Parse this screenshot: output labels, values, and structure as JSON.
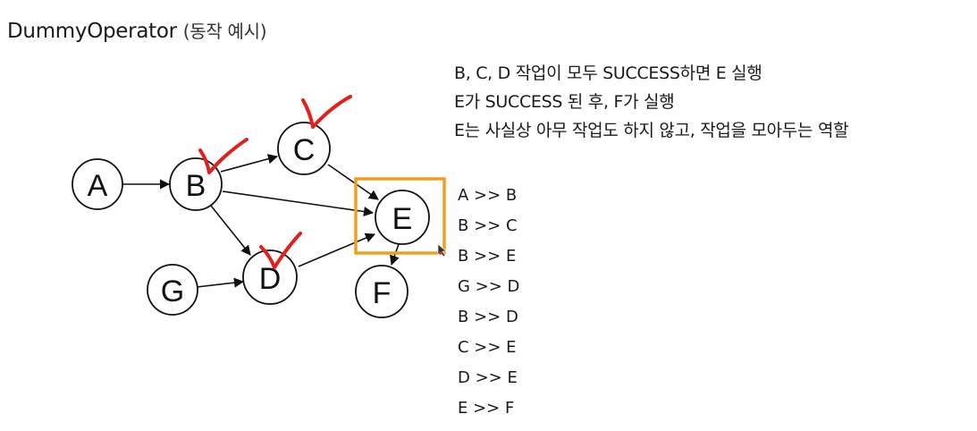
{
  "title": {
    "main": "DummyOperator",
    "sub": "(동작 예시)"
  },
  "notes": [
    "B, C, D 작업이 모두 SUCCESS하면 E 실행",
    "E가 SUCCESS 된 후, F가 실행",
    "E는 사실상 아무 작업도 하지 않고, 작업을 모아두는 역할"
  ],
  "dependencies": [
    "A >> B",
    "B >> C",
    "B >> E",
    "G >> D",
    "B >> D",
    "C >> E",
    "D >> E",
    "E >> F"
  ],
  "graph": {
    "nodes": [
      "A",
      "B",
      "C",
      "D",
      "E",
      "F",
      "G"
    ],
    "edges": [
      [
        "A",
        "B"
      ],
      [
        "B",
        "C"
      ],
      [
        "B",
        "E"
      ],
      [
        "G",
        "D"
      ],
      [
        "B",
        "D"
      ],
      [
        "C",
        "E"
      ],
      [
        "D",
        "E"
      ],
      [
        "E",
        "F"
      ]
    ],
    "checked_nodes": [
      "B",
      "C",
      "D"
    ],
    "highlighted_node": "E"
  },
  "colors": {
    "check_mark": "#e0201b",
    "highlight_box": "#f0a020",
    "node_stroke": "#111111"
  }
}
